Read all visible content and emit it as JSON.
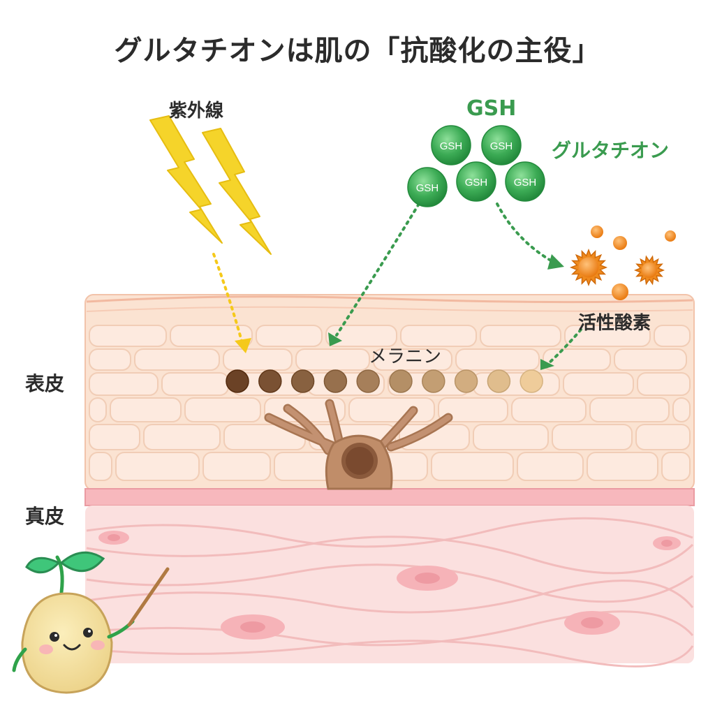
{
  "title": "グルタチオンは肌の「抗酸化の主役」",
  "labels": {
    "uv": "紫外線",
    "gsh_title": "GSH",
    "glutathione": "グルタチオン",
    "ros": "活性酸素",
    "melanin": "メラニン",
    "epidermis": "表皮",
    "dermis": "真皮"
  },
  "gsh_molecules": [
    "GSH",
    "GSH",
    "GSH",
    "GSH",
    "GSH"
  ],
  "colors": {
    "uv": "#f5d42a",
    "gsh": "#3cab55",
    "ros": "#ef8a1e",
    "epidermis": "#fbe3d2",
    "dermis": "#fbdfdf",
    "melanocyte": "#b98561",
    "melanin_dark": "#6b4226",
    "melanin_light": "#efcc9a"
  },
  "icons": [
    "lightning-bolt-icon",
    "sprout-mascot-icon",
    "pointer-stick-icon"
  ]
}
